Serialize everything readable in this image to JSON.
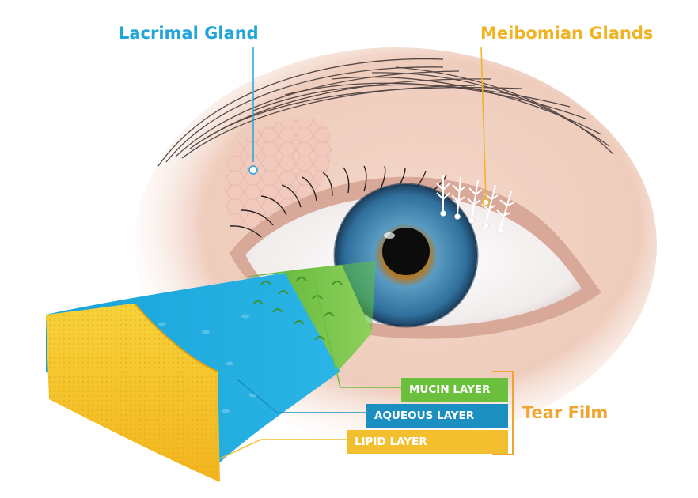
{
  "labels": {
    "lacrimal_gland": "Lacrimal Gland",
    "meibomian_glands": "Meibomian Glands",
    "tear_film": "Tear Film"
  },
  "layers": {
    "mucin": "MUCIN LAYER",
    "aqueous": "AQUEOUS LAYER",
    "lipid": "LIPID LAYER"
  },
  "colors": {
    "lacrimal": "#23a5d8",
    "meibomian": "#f0b323",
    "tear_film": "#f0a533",
    "mucin": "#6abf3d",
    "aqueous": "#1a8fc0",
    "lipid": "#f2c02e",
    "iris": "#3e7fa8"
  }
}
